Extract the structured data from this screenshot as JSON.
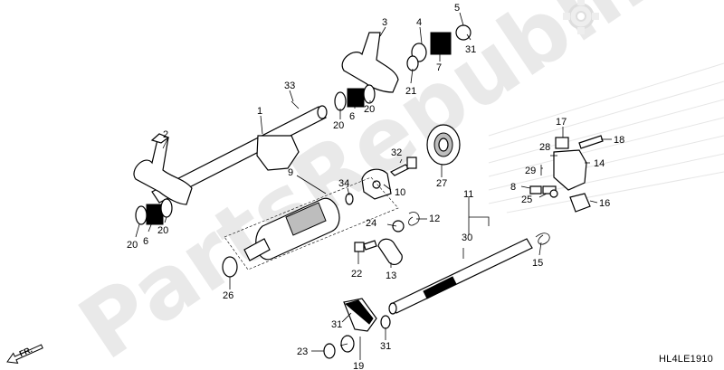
{
  "watermark": "PartsRepublik",
  "diagram_code": "HL4LE1910",
  "direction_label": "FR.",
  "callouts": {
    "c1": "1",
    "c2": "2",
    "c3": "3",
    "c4": "4",
    "c5": "5",
    "c6a": "6",
    "c6b": "6",
    "c7": "7",
    "c8": "8",
    "c9": "9",
    "c10": "10",
    "c11": "11",
    "c12": "12",
    "c13": "13",
    "c14": "14",
    "c15": "15",
    "c16": "16",
    "c17": "17",
    "c18": "18",
    "c19": "19",
    "c20a": "20",
    "c20b": "20",
    "c20c": "20",
    "c20d": "20",
    "c21": "21",
    "c22": "22",
    "c23": "23",
    "c24": "24",
    "c25": "25",
    "c26": "26",
    "c27": "27",
    "c28": "28",
    "c29": "29",
    "c30": "30",
    "c31a": "31",
    "c31b": "31",
    "c31c": "31",
    "c32": "32",
    "c33": "33",
    "c34": "34"
  }
}
